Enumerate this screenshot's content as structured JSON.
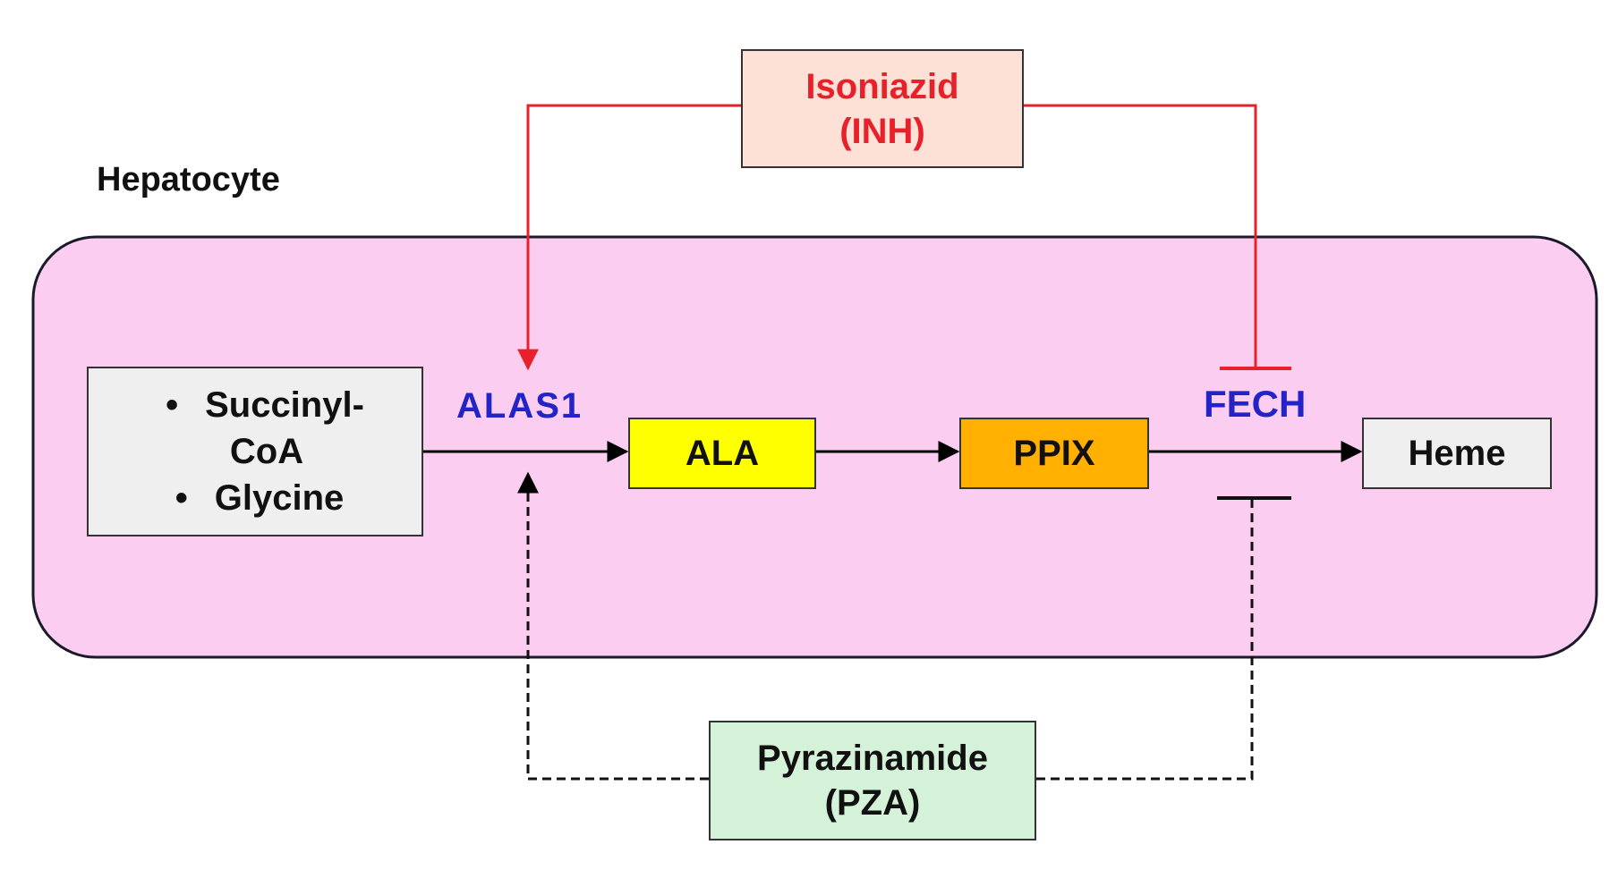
{
  "diagram": {
    "cell_label": "Hepatocyte",
    "substrates": {
      "item_1a": "Succinyl-",
      "item_1b": "CoA",
      "item_2": "Glycine",
      "bullet": "•"
    },
    "nodes": {
      "ala": "ALA",
      "ppix": "PPIX",
      "heme": "Heme"
    },
    "enzymes": {
      "alas1": "ALAS1",
      "fech": "FECH"
    },
    "drugs": {
      "inh_line1": "Isoniazid",
      "inh_line2": "(INH)",
      "pza_line1": "Pyrazinamide",
      "pza_line2": "(PZA)"
    },
    "colors": {
      "cell_fill": "#fbcdf0",
      "inh_fill": "#fde0d6",
      "inh_text": "#e8202a",
      "pza_fill": "#d3f2d7",
      "ala_fill": "#ffff00",
      "ppix_fill": "#ffb000",
      "neutral_fill": "#efefef",
      "enzyme_text": "#2323c8",
      "inh_edge": "#e8202a"
    }
  }
}
